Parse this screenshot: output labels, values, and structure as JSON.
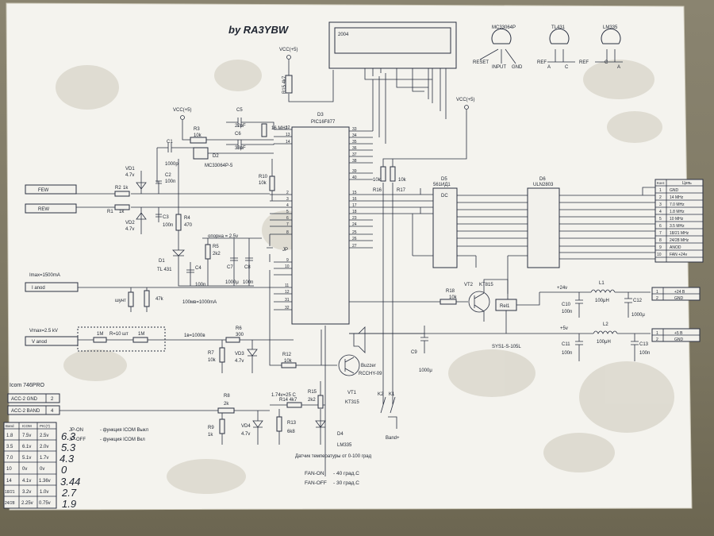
{
  "header": {
    "author": "by RA3YBW"
  },
  "display": {
    "label": "2004"
  },
  "pinouts": {
    "mc33064p": {
      "name": "MC33064P",
      "pins": [
        "RESET",
        "INPUT",
        "GND"
      ]
    },
    "tl431": {
      "name": "TL431",
      "pins": [
        "REF",
        "A",
        "C"
      ]
    },
    "lm335": {
      "name": "LM335",
      "pins": [
        "REF",
        "C",
        "A"
      ]
    }
  },
  "supply": {
    "vcc": "VCC(+5)"
  },
  "components": {
    "r15": "R15 4k7",
    "r3": "R3",
    "r3v": "10k",
    "c5": "C5",
    "c5v": "22pF",
    "c6": "C6",
    "c6v": "33pF",
    "xtal": "16 MHz",
    "d3": "D3",
    "d3v": "PIC16F877",
    "c1": "C1",
    "c1v": "1000p",
    "d2": "D2",
    "d2v": "MC33064P-5",
    "vd1": "VD1",
    "vd1v": "4.7v",
    "c2": "C2",
    "c2v": "100n",
    "r10": "R10",
    "r10v": "10k",
    "r2": "R2",
    "r2v": "1k",
    "r1": "R1",
    "r1v": "1k",
    "vd2": "VD2",
    "vd2v": "4.7v",
    "c3": "C3",
    "c3v": "100n",
    "r4": "R4",
    "r4v": "470",
    "opora": "опорна = 2.5v",
    "r5": "R5",
    "r5v": "2k2",
    "d1": "D1",
    "d1v": "TL 431",
    "c4": "C4",
    "c4v": "100n",
    "c7": "C7",
    "c7v": "1000μ",
    "c8": "C8",
    "c8v": "100n",
    "jp": "JP",
    "r16": "R16",
    "r16v": "10k",
    "r17": "R17",
    "r17v": "10k",
    "d5": "D5",
    "d5v": "561ИД1",
    "dc": "DC",
    "d6": "D6",
    "d6v": "ULN2803",
    "r18": "R18",
    "r18v": "10k",
    "vt2": "VT2",
    "vt2v": "KT815",
    "rel1": "Rel1",
    "c10": "C10",
    "c10v": "100n",
    "l1": "L1",
    "l1v": "100μH",
    "c12": "C12",
    "c12v": "1000μ",
    "c11": "C11",
    "c11v": "100n",
    "l2": "L2",
    "l2v": "100μH",
    "c13": "C13",
    "c13v": "100n",
    "sys1": "SYS1-S-105L",
    "p24": "+24v",
    "p5": "+5v",
    "c9": "C9",
    "c9v": "1000μ",
    "r6": "R6",
    "r6v": "300",
    "r7": "R7",
    "r7v": "10k",
    "vd3": "VD3",
    "vd3v": "4.7v",
    "r12": "R12",
    "r12v": "10k",
    "buzzer": "Buzzer",
    "buzzerv": "RCCHY-09",
    "vt1": "VT1",
    "vt1v": "KT315",
    "r15b": "R15",
    "r15bv": "2k2",
    "r14": "R14 4k7",
    "r13": "R13",
    "r13v": "6k8",
    "d4": "D4",
    "d4v": "LM335",
    "r8": "R8",
    "r8v": "2k",
    "r9": "R9",
    "r9v": "1k",
    "vd4": "VD4",
    "vd4v": "4.7v",
    "k2": "K2",
    "k1": "K1",
    "band": "Band+",
    "shunt": "шунт",
    "r47k": "47k",
    "rchain": "R=10 шт",
    "m1a": "1M",
    "m1b": "1M",
    "t174": "1.74v=25 C"
  },
  "notes": {
    "imax": "Imax=1500mA",
    "ianode": "I anod",
    "i100": "100мв=1000mA",
    "vmax": "Vmax=2.5 kV",
    "vanode": "V anod",
    "v1": "1в=1000в",
    "few": "FEW",
    "rew": "REW",
    "temp_sensor": "Датчик температуры от 0-100 град",
    "fan_on": "FAN-ON",
    "fan_on_val": "- 40 град.С",
    "fan_off": "FAN-OFF",
    "fan_off_val": "- 30 град.С",
    "jp_on": "JP-ON",
    "jp_on_val": "- функция ICOM Выкл",
    "jp_off": "JP-OFF",
    "jp_off_val": "- функция ICOM Вкл"
  },
  "icom": {
    "title": "Icom 746PRO",
    "connectors": [
      {
        "label": "ACC-2 GND",
        "pin": "2"
      },
      {
        "label": "ACC-2 BAND",
        "pin": "4"
      }
    ],
    "table_headers": [
      "Band",
      "ICOM",
      "PIC(7)"
    ],
    "rows": [
      {
        "band": "1.8",
        "icom": "7.5v",
        "pic": "2.5v",
        "hand": "6.3"
      },
      {
        "band": "3.5",
        "icom": "6.1v",
        "pic": "2.0v",
        "hand": "5.3"
      },
      {
        "band": "7.0",
        "icom": "5.1v",
        "pic": "1.7v",
        "hand": "4.3"
      },
      {
        "band": "10",
        "icom": "0v",
        "pic": "0v",
        "hand": "0"
      },
      {
        "band": "14",
        "icom": "4.1v",
        "pic": "1.36v",
        "hand": "3.44"
      },
      {
        "band": "18/21",
        "icom": "3.2v",
        "pic": "1.0v",
        "hand": "2.7"
      },
      {
        "band": "24/28",
        "icom": "2.25v",
        "pic": "0.75v",
        "hand": "1.9"
      }
    ]
  },
  "connector_table": {
    "headers": [
      "Конт.",
      "Цепь"
    ],
    "rows": [
      {
        "pin": "1",
        "net": "GND"
      },
      {
        "pin": "2",
        "net": "14 MHz"
      },
      {
        "pin": "3",
        "net": "7.0 MHz"
      },
      {
        "pin": "4",
        "net": "1.8 MHz"
      },
      {
        "pin": "5",
        "net": "10 MHz"
      },
      {
        "pin": "6",
        "net": "3.5 MHz"
      },
      {
        "pin": "7",
        "net": "18/21 MHz"
      },
      {
        "pin": "8",
        "net": "24/28 MHz"
      },
      {
        "pin": "9",
        "net": "ANOD"
      },
      {
        "pin": "10",
        "net": "FAN +24v"
      }
    ]
  },
  "power_connectors": {
    "p24": [
      {
        "pin": "1",
        "net": "+24 В"
      },
      {
        "pin": "2",
        "net": "GND"
      }
    ],
    "p5": [
      {
        "pin": "1",
        "net": "+5 В"
      },
      {
        "pin": "2",
        "net": "GND"
      }
    ]
  }
}
